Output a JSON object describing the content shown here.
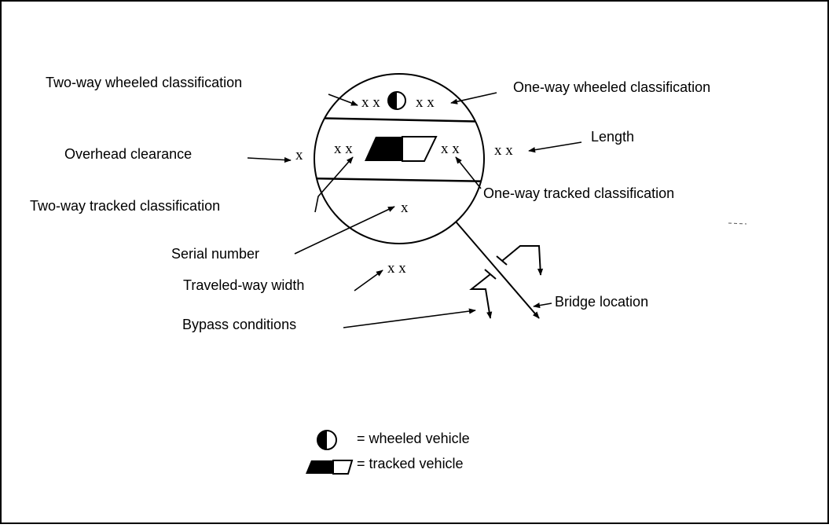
{
  "labels": {
    "two_way_wheeled": "Two-way wheeled classification",
    "one_way_wheeled": "One-way wheeled classification",
    "overhead_clearance": "Overhead clearance",
    "length": "Length",
    "two_way_tracked": "Two-way tracked classification",
    "one_way_tracked": "One-way tracked classification",
    "serial_number": "Serial number",
    "traveled_way_width": "Traveled-way width",
    "bridge_location": "Bridge location",
    "bypass_conditions": "Bypass conditions"
  },
  "marks": {
    "x": "x",
    "xx": "x x",
    "serial_x": "x"
  },
  "legend": {
    "wheeled": "= wheeled vehicle",
    "tracked": "= tracked vehicle"
  },
  "colors": {
    "ink": "#000000",
    "background": "#ffffff"
  }
}
